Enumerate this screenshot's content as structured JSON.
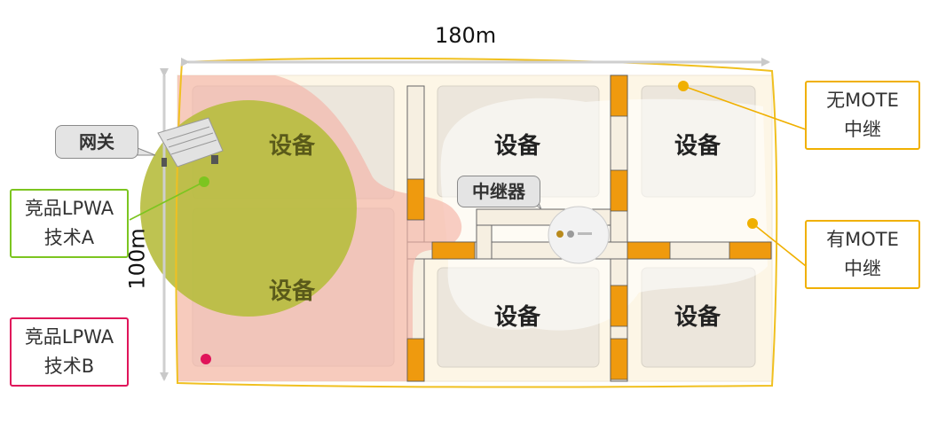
{
  "dimensions": {
    "width_label": "180m",
    "height_label": "100m"
  },
  "devices": [
    {
      "id": "tl",
      "label": "设备"
    },
    {
      "id": "ml",
      "label": "设备"
    },
    {
      "id": "tm",
      "label": "设备"
    },
    {
      "id": "tr",
      "label": "设备"
    },
    {
      "id": "bm",
      "label": "设备"
    },
    {
      "id": "br",
      "label": "设备"
    }
  ],
  "callouts": {
    "gateway": "网关",
    "repeater": "中继器",
    "lpwa_a": "竞品LPWA\n技术A",
    "lpwa_b": "竞品LPWA\n技术B",
    "no_mote": "无MOTE\n中继",
    "with_mote": "有MOTE\n中继"
  },
  "colors": {
    "lpwa_a": "#7cc520",
    "lpwa_b": "#e0145a",
    "mote": "#f0b000",
    "orange_block": "#ef9a0e",
    "gray_bubble": "#e4e4e4"
  }
}
